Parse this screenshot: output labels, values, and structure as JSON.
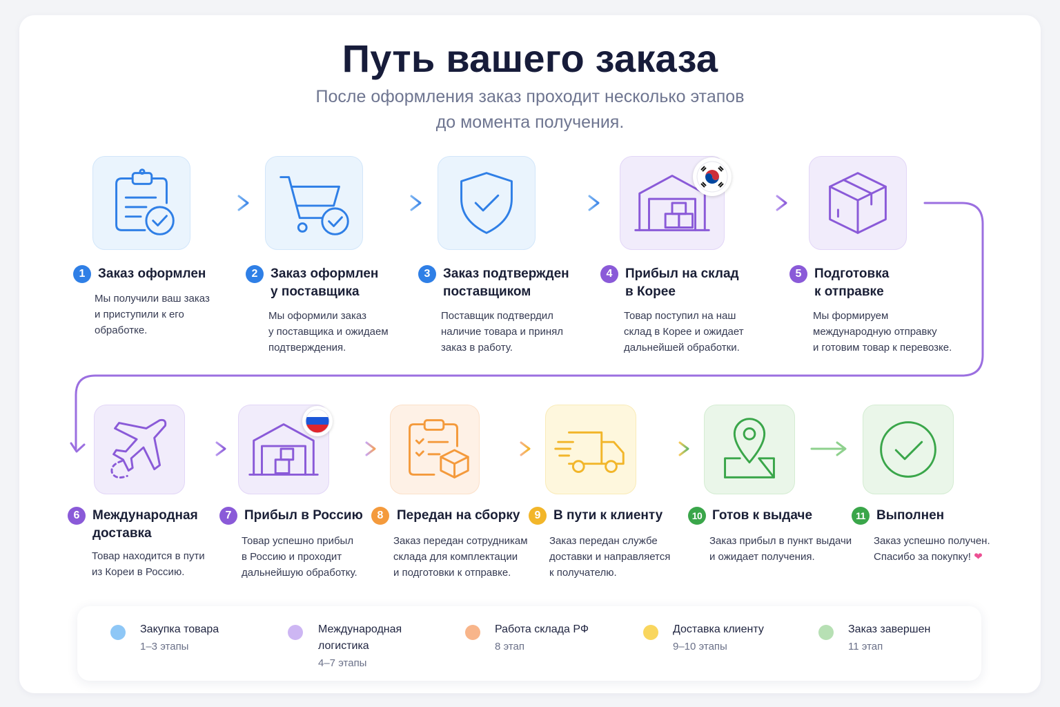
{
  "header": {
    "title": "Путь вашего заказа",
    "subtitle_line1": "После оформления заказ проходит несколько этапов",
    "subtitle_line2": "до момента получения."
  },
  "colors": {
    "blue": "#2f7fe6",
    "purple": "#8a5ad8",
    "orange": "#f49a3c",
    "yellow": "#f2b62a",
    "green": "#3aa64a"
  },
  "steps": [
    {
      "number": "1",
      "title": "Заказ оформлен",
      "desc": "Мы получили ваш заказ\nи приступили к его\nобработке.",
      "icon": "clipboard-check-icon"
    },
    {
      "number": "2",
      "title": "Заказ оформлен\nу поставщика",
      "desc": "Мы оформили заказ\nу поставщика и ожидаем\nподтверждения.",
      "icon": "cart-check-icon"
    },
    {
      "number": "3",
      "title": "Заказ подтвержден\nпоставщиком",
      "desc": "Поставщик подтвердил\nналичие товара и принял\nзаказ в работу.",
      "icon": "shield-check-icon"
    },
    {
      "number": "4",
      "title": "Прибыл на склад\nв Корее",
      "desc": "Товар поступил на наш\nсклад в Корее и ожидает\nдальнейшей обработки.",
      "icon": "warehouse-icon",
      "flag": "korea-flag-icon"
    },
    {
      "number": "5",
      "title": "Подготовка\nк отправке",
      "desc": "Мы формируем\nмеждународную отправку\nи готовим товар к перевозке.",
      "icon": "box-icon"
    },
    {
      "number": "6",
      "title": "Международная\nдоставка",
      "desc": "Товар находится в пути\nиз Кореи в Россию.",
      "icon": "airplane-icon"
    },
    {
      "number": "7",
      "title": "Прибыл в Россию",
      "desc": "Товар успешно прибыл\nв Россию и проходит\nдальнейшую обработку.",
      "icon": "warehouse-icon",
      "flag": "russia-flag-icon"
    },
    {
      "number": "8",
      "title": "Передан на сборку",
      "desc": "Заказ передан сотрудникам\nсклада для комплектации\nи подготовки к отправке.",
      "icon": "checklist-box-icon"
    },
    {
      "number": "9",
      "title": "В пути к клиенту",
      "desc": "Заказ передан службе\nдоставки и направляется\nк получателю.",
      "icon": "truck-icon"
    },
    {
      "number": "10",
      "title": "Готов к выдаче",
      "desc": "Заказ прибыл в пункт выдачи\nи ожидает получения.",
      "icon": "location-pin-icon"
    },
    {
      "number": "11",
      "title": "Выполнен",
      "desc": "Заказ успешно получен.\nСпасибо за покупку!",
      "icon": "check-circle-icon",
      "emoji": "❤"
    }
  ],
  "legend": [
    {
      "title": "Закупка товара",
      "sub": "1–3 этапы",
      "color": "#8ec7f6"
    },
    {
      "title": "Международная\nлогистика",
      "sub": "4–7 этапы",
      "color": "#cdb6f3"
    },
    {
      "title": "Работа склада РФ",
      "sub": "8 этап",
      "color": "#f8b58a"
    },
    {
      "title": "Доставка клиенту",
      "sub": "9–10 этапы",
      "color": "#f9d65e"
    },
    {
      "title": "Заказ завершен",
      "sub": "11 этап",
      "color": "#b7e0b4"
    }
  ]
}
